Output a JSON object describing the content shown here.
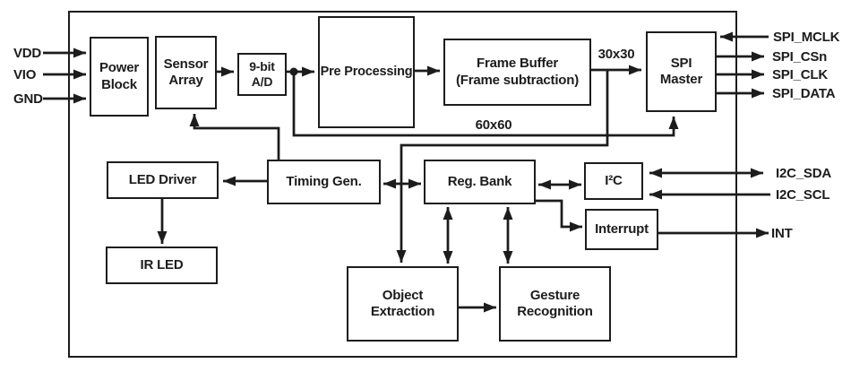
{
  "blocks": {
    "power": {
      "line1": "Power",
      "line2": "Block"
    },
    "sensor": {
      "line1": "Sensor",
      "line2": "Array"
    },
    "adc": {
      "line1": "9-bit",
      "line2": "A/D"
    },
    "preproc": {
      "line1": "Pre Processing"
    },
    "framebuf": {
      "line1": "Frame Buffer",
      "line2": "(Frame subtraction)"
    },
    "spi_master": {
      "line1": "SPI",
      "line2": "Master"
    },
    "led_driver": {
      "line1": "LED Driver"
    },
    "timing_gen": {
      "line1": "Timing Gen."
    },
    "reg_bank": {
      "line1": "Reg. Bank"
    },
    "i2c": {
      "line1": "I²C"
    },
    "interrupt": {
      "line1": "Interrupt"
    },
    "ir_led": {
      "line1": "IR LED"
    },
    "obj_ext": {
      "line1": "Object",
      "line2": "Extraction"
    },
    "gesture": {
      "line1": "Gesture",
      "line2": "Recognition"
    }
  },
  "pins": {
    "vdd": "VDD",
    "vio": "VIO",
    "gnd": "GND",
    "spi_mclk": "SPI_MCLK",
    "spi_csn": "SPI_CSn",
    "spi_clk": "SPI_CLK",
    "spi_data": "SPI_DATA",
    "i2c_sda": "I2C_SDA",
    "i2c_scl": "I2C_SCL",
    "int": "INT"
  },
  "bus_labels": {
    "frame_out": "30x30",
    "raw_out": "60x60"
  },
  "colors": {
    "line": "#1c1c1c",
    "text": "#1c1c1c",
    "background": "#ffffff",
    "block_fill": "#ffffff"
  }
}
